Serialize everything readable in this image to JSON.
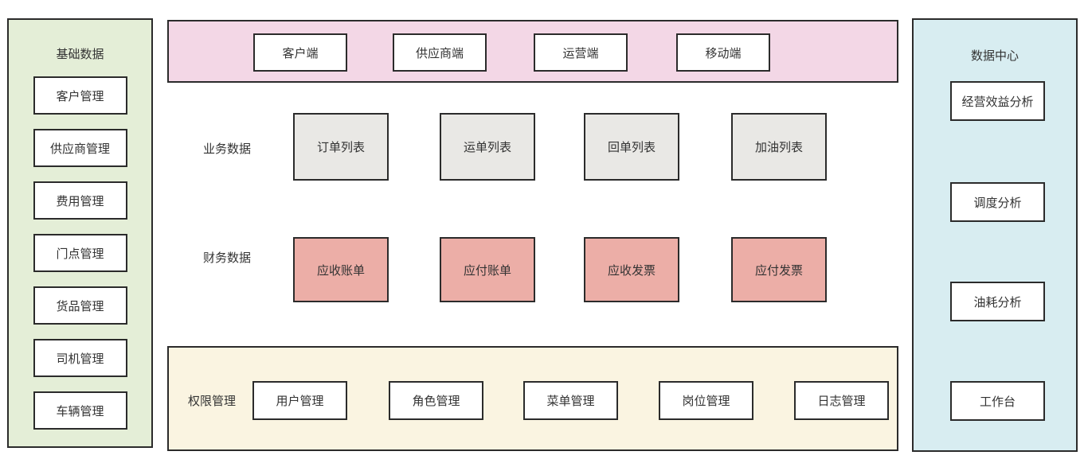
{
  "canvas": {
    "background": "#ffffff",
    "border_color": "#2b2b2b",
    "text_color": "#333333"
  },
  "left_panel": {
    "title": "基础数据",
    "bg": "#e4eed7",
    "items": [
      "客户管理",
      "供应商管理",
      "费用管理",
      "门点管理",
      "货品管理",
      "司机管理",
      "车辆管理"
    ]
  },
  "top_panel": {
    "bg": "#f3d7e6",
    "items": [
      "客户端",
      "供应商端",
      "运营端",
      "移动端"
    ]
  },
  "business_row": {
    "label": "业务数据",
    "box_bg": "#e9e8e5",
    "items": [
      "订单列表",
      "运单列表",
      "回单列表",
      "加油列表"
    ]
  },
  "finance_row": {
    "label": "财务数据",
    "box_bg": "#ecaea7",
    "items": [
      "应收账单",
      "应付账单",
      "应收发票",
      "应付发票"
    ]
  },
  "bottom_panel": {
    "label": "权限管理",
    "bg": "#faf4e1",
    "items": [
      "用户管理",
      "角色管理",
      "菜单管理",
      "岗位管理",
      "日志管理"
    ]
  },
  "right_panel": {
    "title": "数据中心",
    "bg": "#d8edf1",
    "items": [
      "经营效益分析",
      "调度分析",
      "油耗分析",
      "工作台"
    ]
  }
}
